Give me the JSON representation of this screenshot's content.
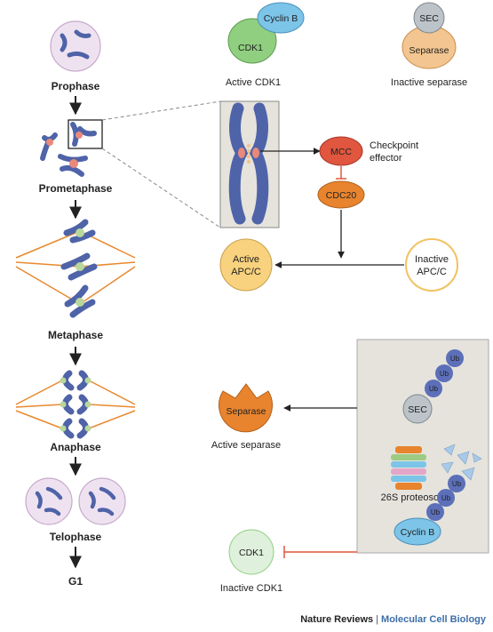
{
  "stages": {
    "prophase": "Prophase",
    "prometaphase": "Prometaphase",
    "metaphase": "Metaphase",
    "anaphase": "Anaphase",
    "telophase": "Telophase",
    "g1": "G1"
  },
  "top": {
    "cyclin_b": "Cyclin B",
    "cdk1": "CDK1",
    "active_cdk1": "Active CDK1",
    "sec": "SEC",
    "separase": "Separase",
    "inactive_separase": "Inactive separase"
  },
  "checkpoint": {
    "mcc": "MCC",
    "effector_line1": "Checkpoint",
    "effector_line2": "effector",
    "cdc20": "CDC20"
  },
  "apc": {
    "active_line1": "Active",
    "active_line2": "APC/C",
    "inactive_line1": "Inactive",
    "inactive_line2": "APC/C"
  },
  "lower": {
    "separase": "Separase",
    "active_separase": "Active separase",
    "proteasome": "26S proteosome",
    "cdk1": "CDK1",
    "inactive_cdk1": "Inactive CDK1",
    "sec": "SEC",
    "cyclin_b": "Cyclin B",
    "ub": "Ub"
  },
  "footer": {
    "publisher": "Nature Reviews",
    "separator": "|",
    "journal": "Molecular Cell Biology"
  },
  "colors": {
    "chromosome": "#4f63a8",
    "cell": "#efe2f0",
    "spindle": "#e8892f",
    "cdk1": "#8fcf7f",
    "cyclin": "#7cc4e8",
    "sec": "#bcc3c9",
    "separase": "#f3c590",
    "separase_active": "#e8842e",
    "mcc": "#e0563e",
    "apc": "#f8d27e",
    "ub": "#5c6fb8",
    "panel": "#e5e3dc"
  }
}
